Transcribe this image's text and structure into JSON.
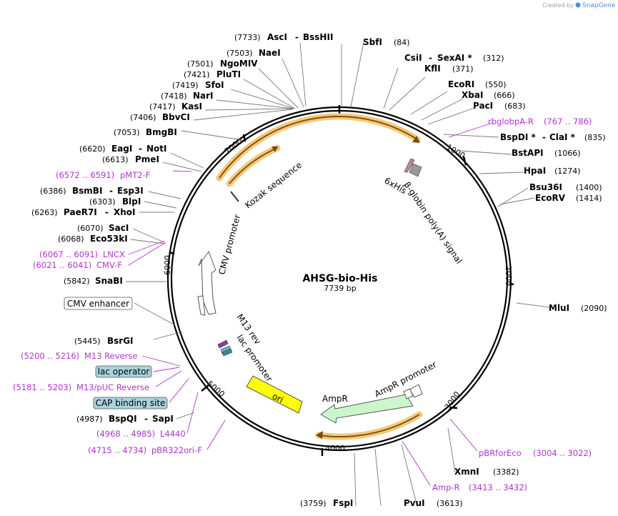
{
  "header": {
    "created_by": "Created by",
    "brand": "SnapGene"
  },
  "plasmid": {
    "name": "AHSG-bio-His",
    "size": "7739 bp"
  },
  "ticks": [
    "1000",
    "2000",
    "3000",
    "4000",
    "5000",
    "6000",
    "7000"
  ],
  "enzymes": {
    "ascI": {
      "pos": "(7733)",
      "name": "AscI",
      "sep": "-",
      "name2": "BssHII"
    },
    "sbfI": {
      "name": "SbfI",
      "pos": "(84)"
    },
    "naeI": {
      "pos": "(7503)",
      "name": "NaeI"
    },
    "csiI": {
      "name": "CsiI",
      "sep": "-",
      "name2": "SexAI *",
      "pos": "(312)"
    },
    "ngoMIV": {
      "pos": "(7501)",
      "name": "NgoMIV"
    },
    "kflI": {
      "name": "KflI",
      "pos": "(371)"
    },
    "pluTI": {
      "pos": "(7421)",
      "name": "PluTI"
    },
    "sfoI": {
      "pos": "(7419)",
      "name": "SfoI"
    },
    "ecoRI": {
      "name": "EcoRI",
      "pos": "(550)"
    },
    "narI": {
      "pos": "(7418)",
      "name": "NarI"
    },
    "xbaI": {
      "name": "XbaI",
      "pos": "(666)"
    },
    "kasI": {
      "pos": "(7417)",
      "name": "KasI"
    },
    "pacI": {
      "name": "PacI",
      "pos": "(683)"
    },
    "bbvCI": {
      "pos": "(7406)",
      "name": "BbvCI"
    },
    "bmgBI": {
      "pos": "(7053)",
      "name": "BmgBI"
    },
    "bspDI": {
      "name": "BspDI *",
      "sep": "-",
      "name2": "ClaI *",
      "pos": "(835)"
    },
    "eagI": {
      "pos": "(6620)",
      "name": "EagI",
      "sep": "-",
      "name2": "NotI"
    },
    "bstAPI": {
      "name": "BstAPI",
      "pos": "(1066)"
    },
    "pmeI": {
      "pos": "(6613)",
      "name": "PmeI"
    },
    "hpaI": {
      "name": "HpaI",
      "pos": "(1274)"
    },
    "bsmBI": {
      "pos": "(6386)",
      "name": "BsmBI",
      "sep": "-",
      "name2": "Esp3I"
    },
    "bsu36I": {
      "name": "Bsu36I",
      "pos": "(1400)"
    },
    "blpI": {
      "pos": "(6303)",
      "name": "BlpI"
    },
    "ecoRV": {
      "name": "EcoRV",
      "pos": "(1414)"
    },
    "paeR7I": {
      "pos": "(6263)",
      "name": "PaeR7I",
      "sep": "-",
      "name2": "XhoI"
    },
    "sacI": {
      "pos": "(6070)",
      "name": "SacI"
    },
    "eco53kI": {
      "pos": "(6068)",
      "name": "Eco53kI"
    },
    "snaBI": {
      "pos": "(5842)",
      "name": "SnaBI"
    },
    "mluI": {
      "name": "MluI",
      "pos": "(2090)"
    },
    "bsrGI": {
      "pos": "(5445)",
      "name": "BsrGI"
    },
    "bspQI": {
      "pos": "(4987)",
      "name": "BspQI",
      "sep": "-",
      "name2": "SapI"
    },
    "xmnI": {
      "name": "XmnI",
      "pos": "(3382)"
    },
    "fspI": {
      "pos": "(3759)",
      "name": "FspI"
    },
    "pvuI": {
      "name": "PvuI",
      "pos": "(3613)"
    }
  },
  "primers": {
    "rbglobpA_R": {
      "name": "rbglobpA-R",
      "range": "(767 .. 786)"
    },
    "pMT2_F": {
      "range": "(6572 .. 6591)",
      "name": "pMT2-F"
    },
    "LNCX": {
      "range": "(6067 .. 6091)",
      "name": "LNCX"
    },
    "CMV_F": {
      "range": "(6021 .. 6041)",
      "name": "CMV-F"
    },
    "M13_Reverse": {
      "range": "(5200 .. 5216)",
      "name": "M13 Reverse"
    },
    "M13_pUC_Reverse": {
      "range": "(5181 .. 5203)",
      "name": "M13/pUC Reverse"
    },
    "L4440": {
      "range": "(4968 .. 4985)",
      "name": "L4440"
    },
    "pBR322ori_F": {
      "range": "(4715 .. 4734)",
      "name": "pBR322ori-F"
    },
    "pBRforEco": {
      "name": "pBRforEco",
      "range": "(3004 .. 3022)"
    },
    "Amp_R": {
      "name": "Amp-R",
      "range": "(3413 .. 3432)"
    }
  },
  "boxed_features": {
    "cmv_enhancer": "CMV enhancer",
    "lac_operator": "lac operator",
    "cap_binding_site": "CAP binding site"
  },
  "features": {
    "kozak": "Kozak sequence",
    "his6": "6xHis",
    "beta_globin": "β-globin poly(A) signal",
    "cmv_promoter": "CMV promoter",
    "m13_rev": "M13 rev",
    "lac_promoter": "lac promoter",
    "ori": "ori",
    "ampr": "AmpR",
    "ampr_promoter": "AmpR promoter"
  },
  "colors": {
    "primer": "#b332d4",
    "orf_glow": "#f5c777",
    "orf_arrow": "#7a4a0c",
    "ori": "#ffff00",
    "ampr": "#ccf5cc",
    "boxed_fill": "#a8d4dc",
    "his": "#c0879a"
  }
}
